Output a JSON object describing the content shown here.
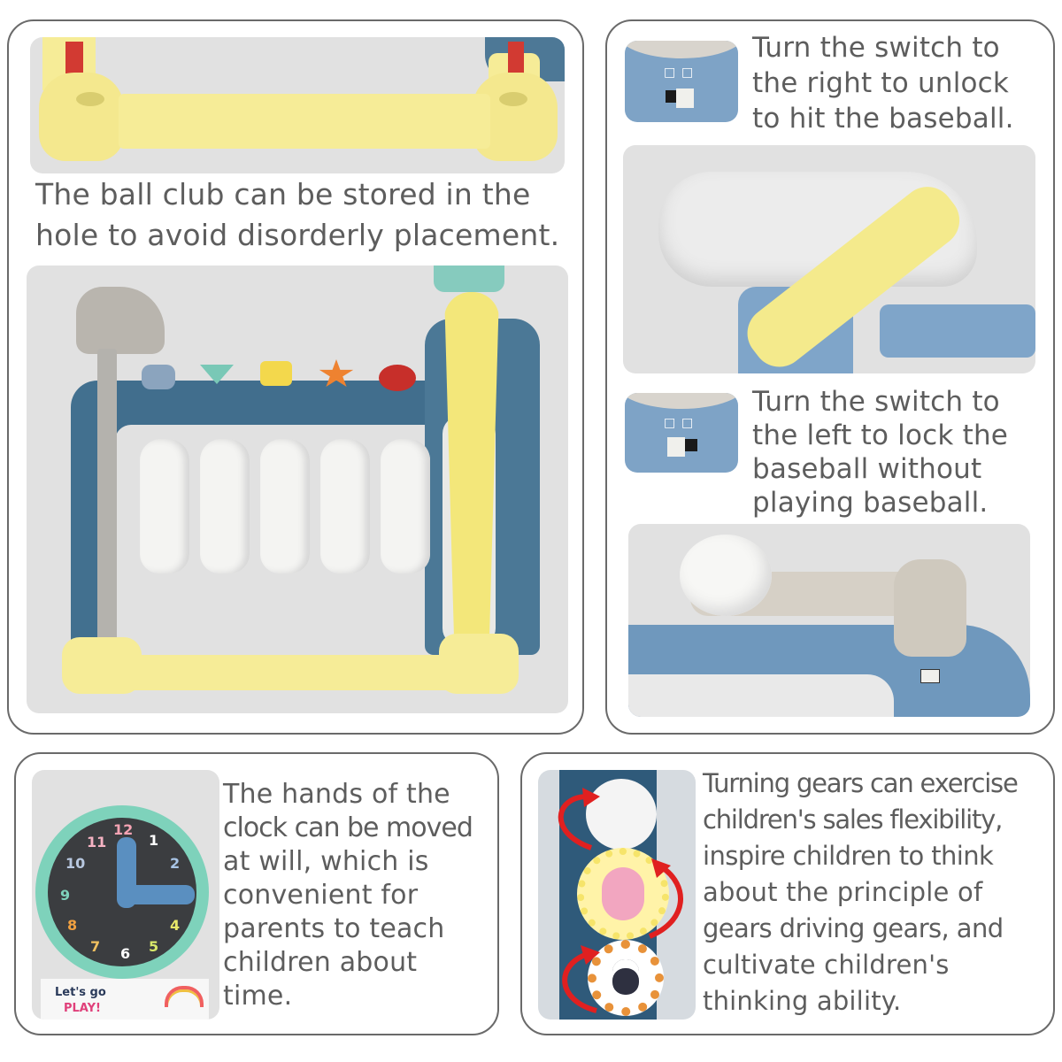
{
  "panels": {
    "storage": {
      "caption_line1": "The ball club can be stored in the",
      "caption_line2": "hole to avoid disorderly placement."
    },
    "unlock": {
      "lines": [
        "Turn the switch to",
        "the right to unlock",
        "to hit the baseball."
      ]
    },
    "lock": {
      "lines": [
        "Turn the switch to",
        "the left to lock the",
        "baseball without",
        "playing baseball."
      ]
    },
    "clock": {
      "lines": [
        "The hands of the",
        "clock can be moved",
        "at will, which is",
        "convenient for",
        "parents to teach",
        "children about",
        "time."
      ],
      "numbers": [
        "12",
        "1",
        "2",
        "4",
        "5",
        "6",
        "7",
        "8",
        "9",
        "10",
        "11"
      ],
      "badge_line1": "Let's go",
      "badge_line2": "PLAY!"
    },
    "gears": {
      "lines": [
        "Turning gears can exercise",
        "children's sales flexibility,",
        "inspire children to think",
        "about the principle of",
        "gears driving gears, and",
        "cultivate children's",
        "thinking ability."
      ]
    }
  },
  "colors": {
    "border": "#6a6a6a",
    "text": "#5d5d5d",
    "photo_bg": "#e1e1e1",
    "toy_yellow": "#f6ec97",
    "toy_blue": "#3f6b8a",
    "light_blue": "#7fa5c9",
    "arrow_red": "#e02020"
  }
}
